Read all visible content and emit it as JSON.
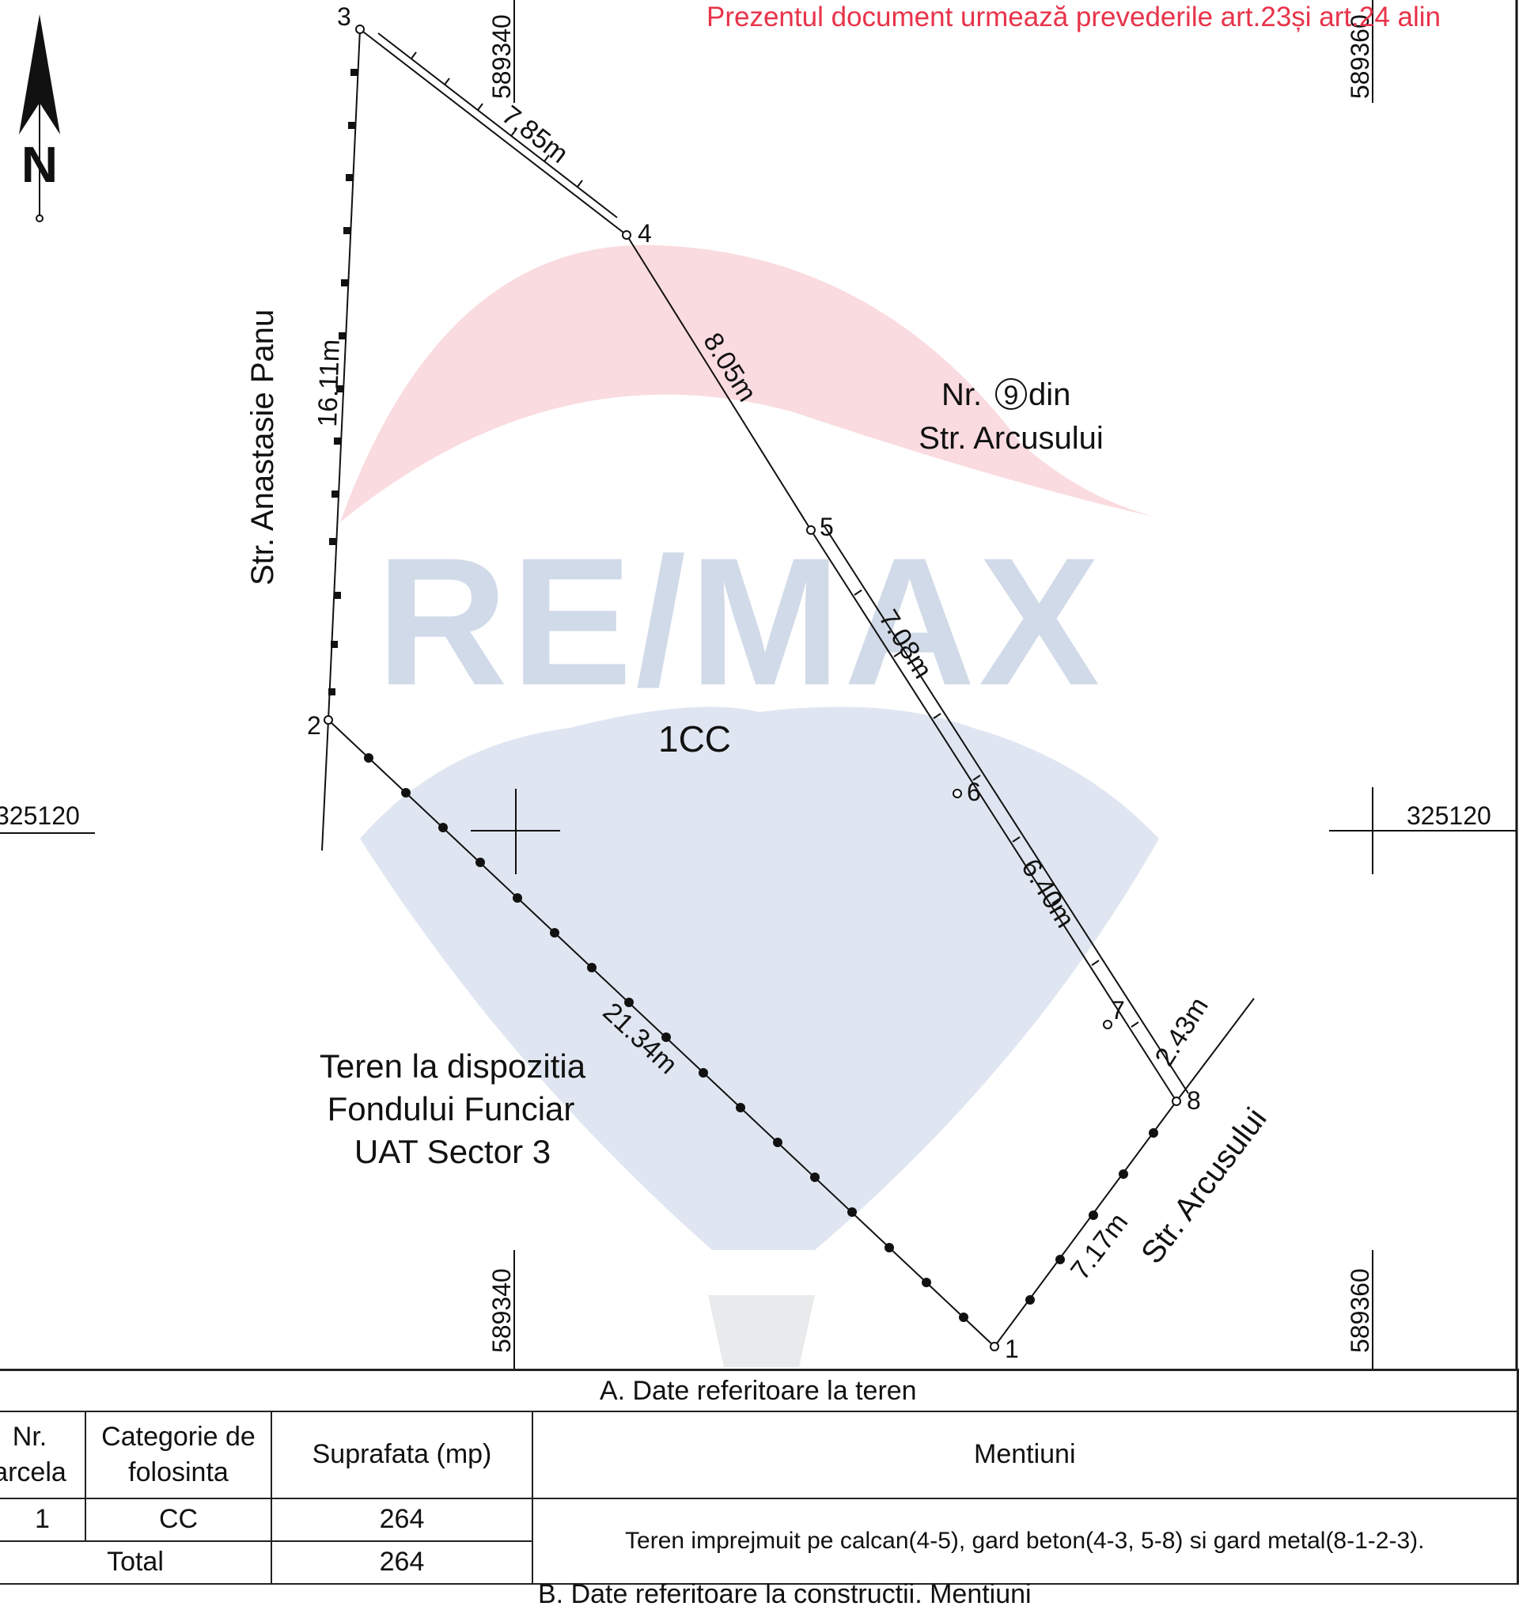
{
  "notice_text": "Prezentul document urmează prevederile art.23și art.24 alin",
  "watermark": {
    "brand": "RE/MAX"
  },
  "north_label": "N",
  "grid_labels": {
    "top_left_x": "589340",
    "top_right_x": "589360",
    "bottom_left_x": "589340",
    "bottom_right_x": "589360",
    "left_y": "325120",
    "right_y": "325120"
  },
  "points": [
    "1",
    "2",
    "3",
    "4",
    "5",
    "6",
    "7",
    "8"
  ],
  "segments": {
    "s34": "7.85m",
    "s45": "8.05m",
    "s56": "7.08m",
    "s67": "6.40m",
    "s78": "2.43m",
    "s81": "7.17m",
    "s12": "21.34m",
    "s23": "16.11m"
  },
  "labels": {
    "parcel": "1CC",
    "street_west": "Str. Anastasie Panu",
    "street_east": "Str. Arcusului",
    "neighbor_line1_prefix": "Nr.",
    "neighbor_number": "9",
    "neighbor_line1_suffix": "din",
    "neighbor_line2": "Str. Arcusului",
    "land_line1": "Teren la dispozitia",
    "land_line2": "Fondului Funciar",
    "land_line3": "UAT Sector 3"
  },
  "table": {
    "section_a": "A. Date referitoare la teren",
    "col_nr_line1": "Nr.",
    "col_nr_line2": "arcela",
    "col_category_line1": "Categorie de",
    "col_category_line2": "folosinta",
    "col_area": "Suprafata (mp)",
    "col_mentions": "Mentiuni",
    "row_nr": "1",
    "row_category": "CC",
    "row_area": "264",
    "total_label": "Total",
    "total_area": "264",
    "mentions": "Teren imprejmuit pe calcan(4-5), gard beton(4-3, 5-8) si gard metal(8-1-2-3).",
    "section_b": "B. Date referitoare la constructii. Mentiuni"
  },
  "colors": {
    "notice": "#e8334a",
    "watermark_red": "#f6c9ce",
    "watermark_blue": "#d6deec",
    "line": "#111111"
  }
}
